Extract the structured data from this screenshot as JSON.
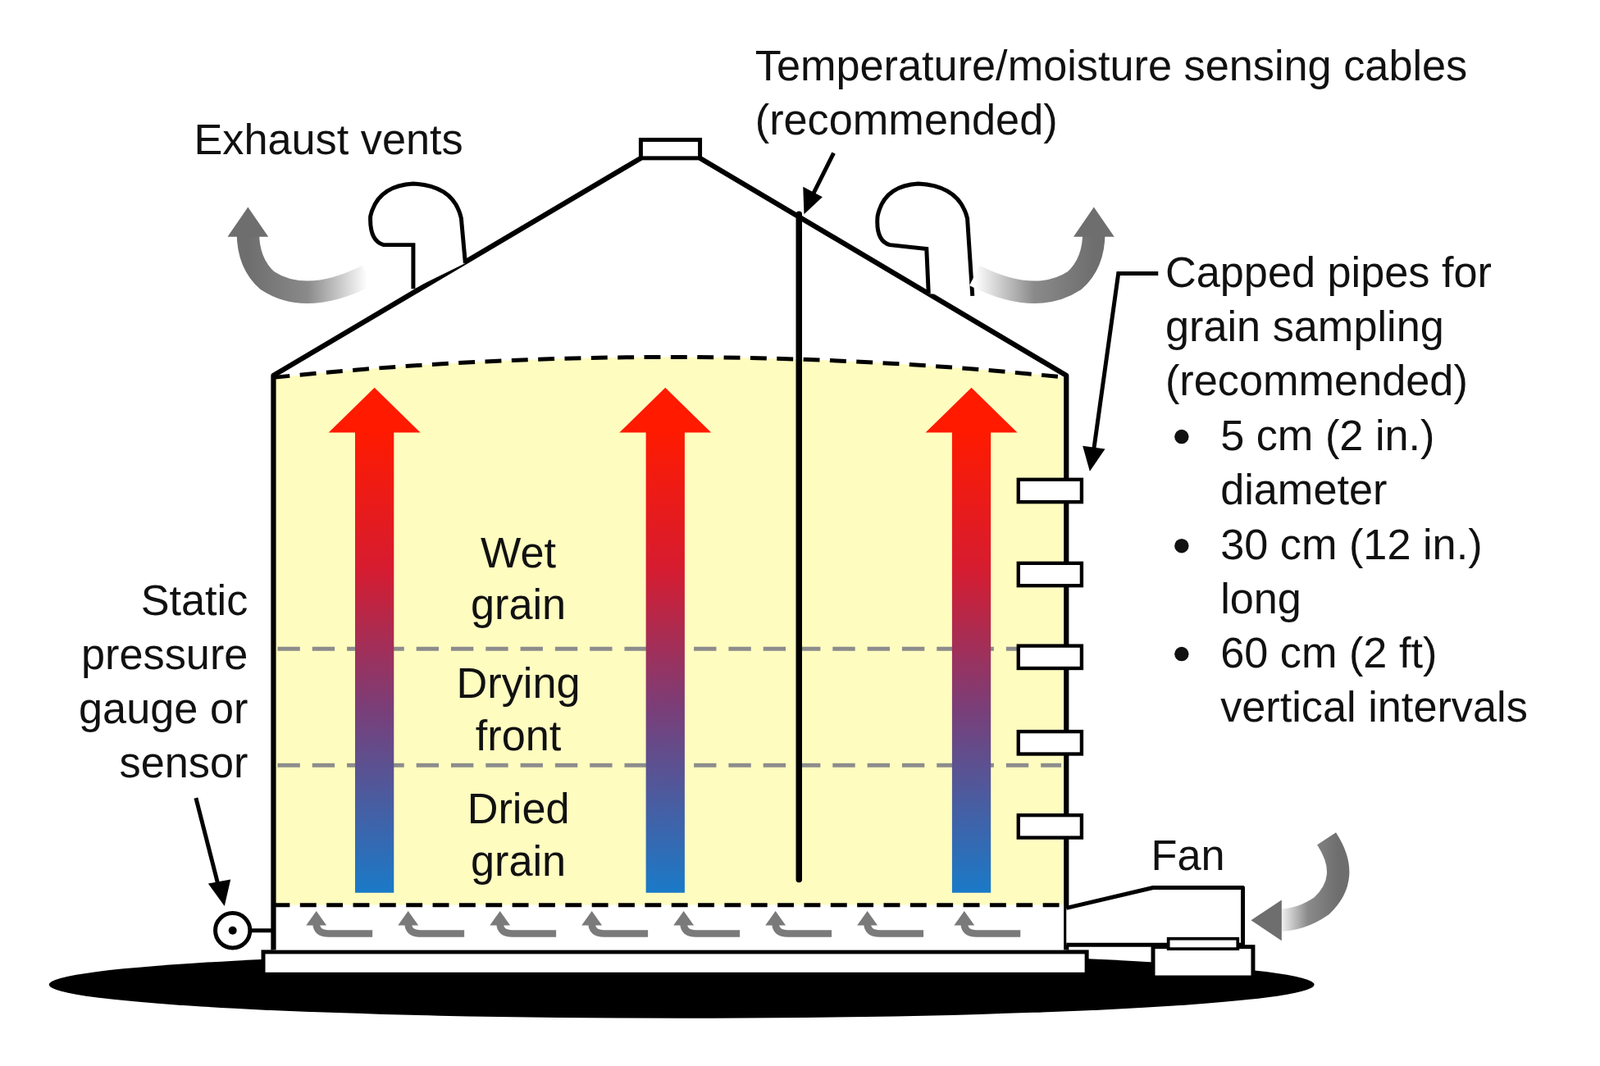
{
  "diagram": {
    "nodes": [
      {
        "text": [
          "Wet grain"
        ]
      },
      {
        "text": [
          "Drying front"
        ]
      },
      {
        "text": [
          "Dried grain"
        ]
      }
    ],
    "labels": [
      "Exhaust vents",
      "Temperature/moisture sensing cables (recommended)",
      "Capped pipes for grain sampling (recommended)",
      "5 cm (2 in.) diameter",
      "30 cm (12 in.) long",
      "60 cm (2 ft) vertical intervals",
      "Static pressure gauge or sensor",
      "Fan"
    ]
  }
}
